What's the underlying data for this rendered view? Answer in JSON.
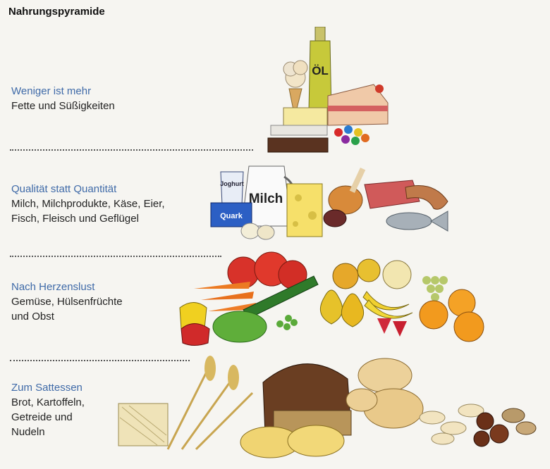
{
  "title": "Nahrungspyramide",
  "tiers": [
    {
      "heading": "Weniger ist mehr",
      "lines": [
        "Fette und Süßigkeiten"
      ]
    },
    {
      "heading": "Qualität statt Quantität",
      "lines": [
        "Milch, Milchprodukte, Käse, Eier,",
        "Fisch, Fleisch und Geflügel"
      ]
    },
    {
      "heading": "Nach Herzenslust",
      "lines": [
        "Gemüse, Hülsenfrüchte",
        "und Obst"
      ]
    },
    {
      "heading": "Zum Sattessen",
      "lines": [
        "Brot, Kartoffeln,",
        "Getreide und",
        "Nudeln"
      ]
    }
  ],
  "labels": {
    "oil": "ÖL",
    "yogurt": "Joghurt",
    "milk": "Milch",
    "quark": "Quark"
  },
  "colors": {
    "heading": "#3f6aa8",
    "text": "#222222",
    "background": "#f6f5f1"
  }
}
